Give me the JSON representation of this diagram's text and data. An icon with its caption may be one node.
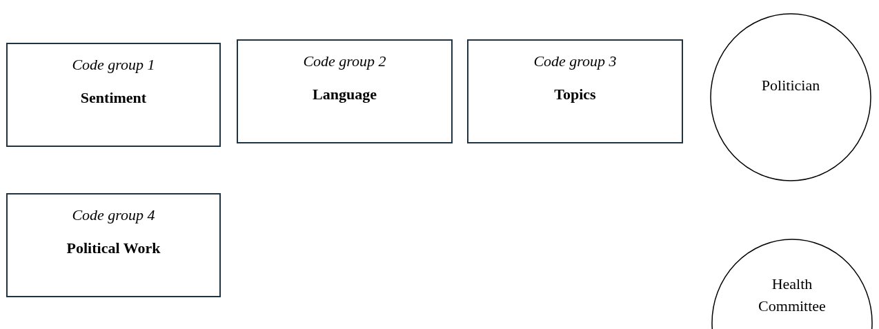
{
  "diagram": {
    "nodes": [
      {
        "text": [
          "Code group 1",
          "Sentiment"
        ]
      },
      {
        "text": [
          "Code group 2",
          "Language"
        ]
      },
      {
        "text": [
          "Code group 3",
          "Topics"
        ]
      },
      {
        "text": [
          "Politician"
        ]
      },
      {
        "text": [
          "Code group 4",
          "Political Work"
        ]
      },
      {
        "text": [
          "Health Committee"
        ]
      }
    ]
  }
}
